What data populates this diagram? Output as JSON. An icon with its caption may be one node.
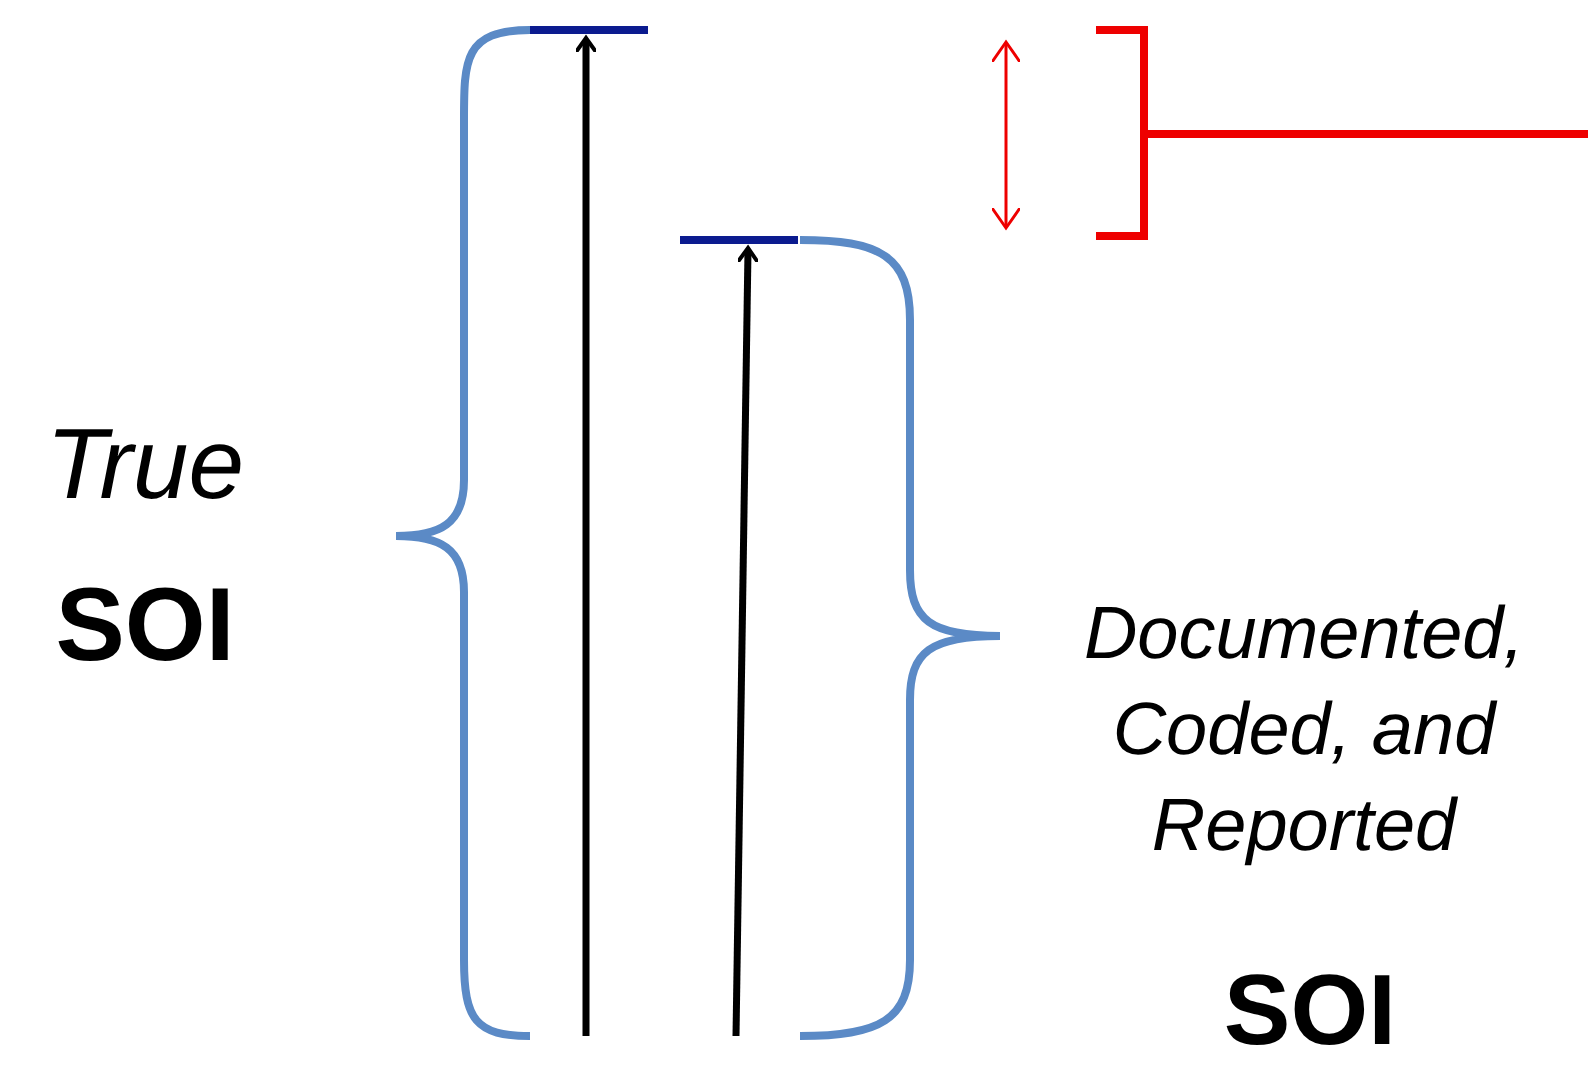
{
  "diagram": {
    "labels": [
      "True",
      "SOI",
      "Documented, Coded, and Reported",
      "SOI"
    ]
  }
}
